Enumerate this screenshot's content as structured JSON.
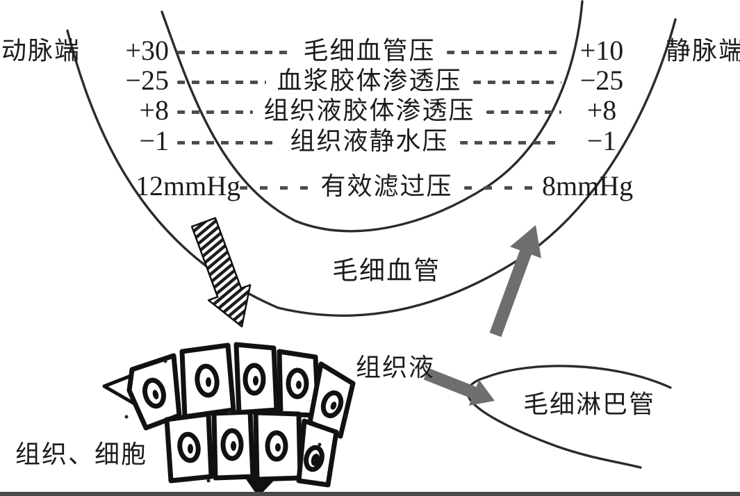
{
  "diagram": {
    "left_end_label": "动脉端",
    "right_end_label": "静脉端",
    "rows": [
      {
        "left": "+30",
        "label": "毛细血管压",
        "right": "+10"
      },
      {
        "left": "−25",
        "label": "血浆胶体渗透压",
        "right": "−25"
      },
      {
        "left": "+8",
        "label": "组织液胶体渗透压",
        "right": "+8"
      },
      {
        "left": "−1",
        "label": "组织液静水压",
        "right": "−1"
      },
      {
        "left": "12mmHg",
        "label": "有效滤过压",
        "right": "8mmHg"
      }
    ],
    "capillary_label": "毛细血管",
    "tissue_fluid_label": "组织液",
    "lymph_capillary_label": "毛细淋巴管",
    "tissue_cells_label": "组织、细胞"
  },
  "colors": {
    "text": "#1c1c1c",
    "dash": "#4d4d4d",
    "capillary_line": "#2b2b2b",
    "gray_arrow": "#6e6e6e",
    "cell_outline": "#111111"
  }
}
